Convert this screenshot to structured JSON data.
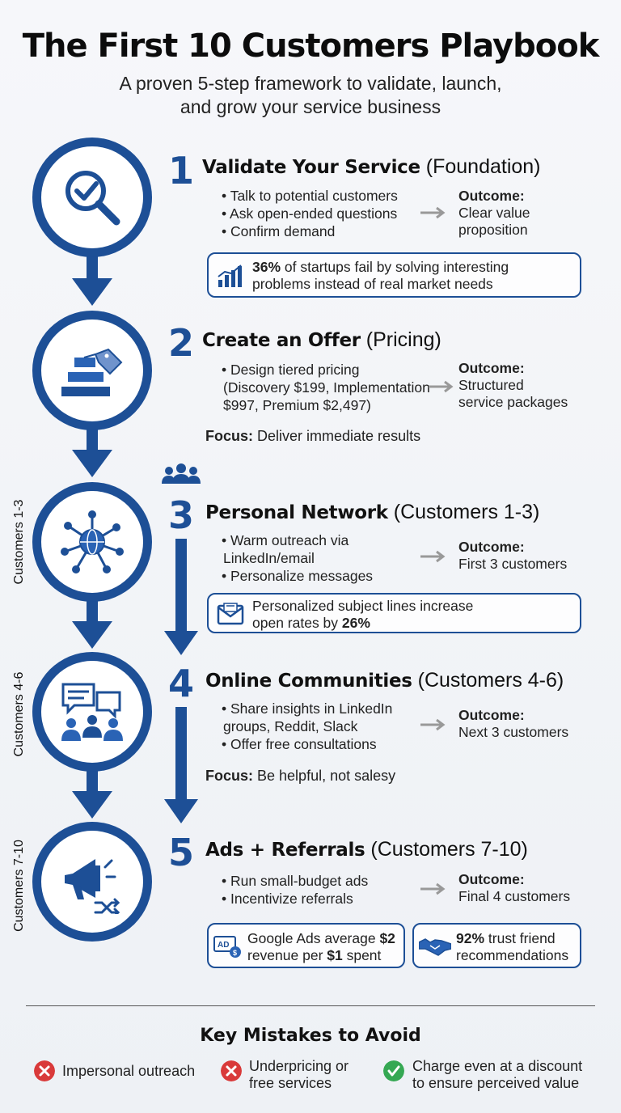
{
  "title": "The First 10 Customers Playbook",
  "subtitle_line1": "A proven 5-step framework to validate, launch,",
  "subtitle_line2": "and grow your service business",
  "outcome_label": "Outcome:",
  "focus_label": "Focus:",
  "steps": [
    {
      "number": "1",
      "title_bold": "Validate Your Service",
      "title_rest": " (Foundation)",
      "bullets": [
        "Talk to potential customers",
        "Ask open-ended questions",
        "Confirm demand"
      ],
      "outcome_lines": [
        "Clear value",
        "proposition"
      ],
      "callout": {
        "bold": "36%",
        "text1": " of startups fail by solving interesting",
        "text2": "problems instead of real market needs"
      }
    },
    {
      "number": "2",
      "title_bold": "Create an Offer",
      "title_rest": " (Pricing)",
      "bullets": [
        "Design tiered pricing"
      ],
      "bullet_cont": [
        "(Discovery $199, Implementation",
        "$997, Premium $2,497)"
      ],
      "outcome_lines": [
        "Structured",
        "service packages"
      ],
      "focus_text": " Deliver immediate results"
    },
    {
      "number": "3",
      "side_label": "Customers 1-3",
      "title_bold": "Personal Network",
      "title_rest": " (Customers 1-3)",
      "bullets": [
        "Warm outreach via",
        "LinkedIn/email",
        "Personalize messages"
      ],
      "outcome_lines": [
        "First 3 customers"
      ],
      "callout": {
        "text1": "Personalized subject lines increase",
        "text2": "open rates by ",
        "bold": "26%"
      }
    },
    {
      "number": "4",
      "side_label": "Customers 4-6",
      "title_bold": "Online Communities",
      "title_rest": " (Customers 4-6)",
      "bullets": [
        "Share insights in LinkedIn",
        "groups, Reddit, Slack",
        "Offer free consultations"
      ],
      "outcome_lines": [
        "Next 3 customers"
      ],
      "focus_text": " Be helpful, not salesy"
    },
    {
      "number": "5",
      "side_label": "Customers 7-10",
      "title_bold": "Ads + Referrals",
      "title_rest": " (Customers 7-10)",
      "bullets": [
        "Run small-budget ads",
        "Incentivize referrals"
      ],
      "outcome_lines": [
        "Final 4 customers"
      ],
      "callout_a": {
        "text1": "Google Ads average ",
        "bold1": "$2",
        "text2": "revenue per ",
        "bold2": "$1",
        "text3": " spent"
      },
      "callout_b": {
        "bold": "92%",
        "text1": " trust friend",
        "text2": "recommendations"
      }
    }
  ],
  "mistakes_title": "Key Mistakes to Avoid",
  "mistakes": [
    {
      "status": "bad",
      "lines": [
        "Impersonal outreach"
      ]
    },
    {
      "status": "bad",
      "lines": [
        "Underpricing or",
        "free services"
      ]
    },
    {
      "status": "good",
      "lines": [
        "Charge even at a discount",
        "to ensure perceived value"
      ]
    }
  ],
  "colors": {
    "primary": "#1d4f96",
    "bad": "#d93a3a",
    "good": "#35a853"
  },
  "icons": [
    "magnifier-check-icon",
    "pricing-tag-icon",
    "people-group-icon",
    "network-globe-icon",
    "chat-community-icon",
    "megaphone-shuffle-icon",
    "chart-icon",
    "envelope-icon",
    "ad-coin-icon",
    "handshake-icon",
    "x-icon",
    "check-icon"
  ]
}
